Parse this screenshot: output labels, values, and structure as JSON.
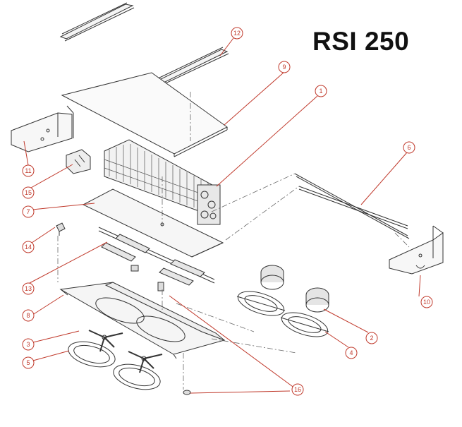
{
  "title": "RSI 250",
  "colors": {
    "line": "#333333",
    "callout": "#c0392b",
    "hidden": "#666666"
  },
  "callouts": {
    "c1": "1",
    "c2": "2",
    "c3": "3",
    "c4": "4",
    "c5": "5",
    "c6": "6",
    "c7": "7",
    "c8": "8",
    "c9": "9",
    "c10": "10",
    "c11": "11",
    "c12": "12",
    "c14": "14",
    "c15": "15",
    "c13": "13",
    "c16": "16"
  }
}
